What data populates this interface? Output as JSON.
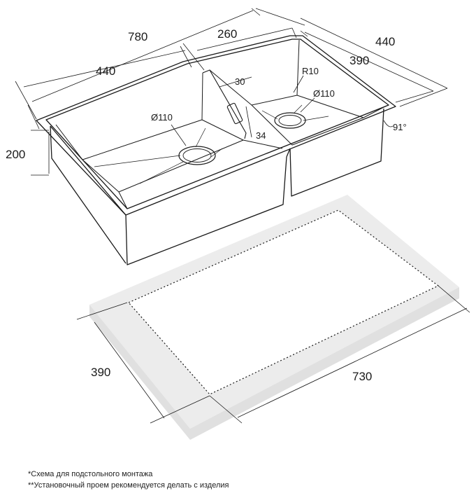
{
  "dimensions": {
    "overall_length": "780",
    "big_bowl_length": "440",
    "small_bowl_length": "260",
    "overall_width": "440",
    "small_bowl_width": "390",
    "depth": "200",
    "divider_offset": "30",
    "divider_height": "34",
    "corner_radius": "R10",
    "drain_left": "Ø110",
    "drain_right": "Ø110",
    "rim_angle": "91°",
    "cutout_width": "390",
    "cutout_length": "730"
  },
  "notes": {
    "line1": "*Схема для подстольного монтажа",
    "line2": "**Установочный проем рекомендуется делать с изделия"
  }
}
